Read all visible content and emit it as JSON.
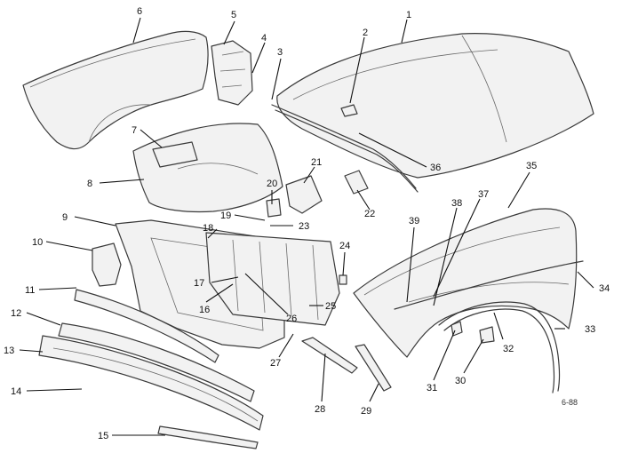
{
  "figure_ref": "6-88",
  "callouts": [
    {
      "id": "1",
      "label": "1"
    },
    {
      "id": "2",
      "label": "2"
    },
    {
      "id": "3",
      "label": "3"
    },
    {
      "id": "4",
      "label": "4"
    },
    {
      "id": "5",
      "label": "5"
    },
    {
      "id": "6",
      "label": "6"
    },
    {
      "id": "7",
      "label": "7"
    },
    {
      "id": "8",
      "label": "8"
    },
    {
      "id": "9",
      "label": "9"
    },
    {
      "id": "10",
      "label": "10"
    },
    {
      "id": "11",
      "label": "11"
    },
    {
      "id": "12",
      "label": "12"
    },
    {
      "id": "13",
      "label": "13"
    },
    {
      "id": "14",
      "label": "14"
    },
    {
      "id": "15",
      "label": "15"
    },
    {
      "id": "16",
      "label": "16"
    },
    {
      "id": "17",
      "label": "17"
    },
    {
      "id": "18",
      "label": "18"
    },
    {
      "id": "19",
      "label": "19"
    },
    {
      "id": "20",
      "label": "20"
    },
    {
      "id": "21",
      "label": "21"
    },
    {
      "id": "22",
      "label": "22"
    },
    {
      "id": "23",
      "label": "23"
    },
    {
      "id": "24",
      "label": "24"
    },
    {
      "id": "25",
      "label": "25"
    },
    {
      "id": "26",
      "label": "26"
    },
    {
      "id": "27",
      "label": "27"
    },
    {
      "id": "28",
      "label": "28"
    },
    {
      "id": "29",
      "label": "29"
    },
    {
      "id": "30",
      "label": "30"
    },
    {
      "id": "31",
      "label": "31"
    },
    {
      "id": "32",
      "label": "32"
    },
    {
      "id": "33",
      "label": "33"
    },
    {
      "id": "34",
      "label": "34"
    },
    {
      "id": "35",
      "label": "35"
    },
    {
      "id": "36",
      "label": "36"
    },
    {
      "id": "37",
      "label": "37"
    },
    {
      "id": "38",
      "label": "38"
    },
    {
      "id": "39",
      "label": "39"
    }
  ]
}
